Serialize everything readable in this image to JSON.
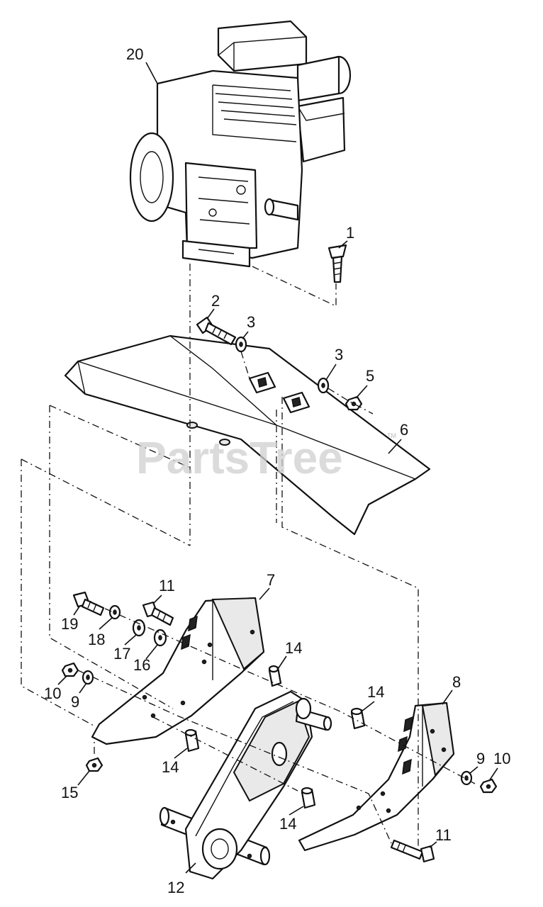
{
  "watermark": {
    "text": "PartsTree",
    "trademark": "TM"
  },
  "callouts": {
    "c1": "1",
    "c2": "2",
    "c3a": "3",
    "c3b": "3",
    "c5": "5",
    "c6": "6",
    "c7": "7",
    "c8": "8",
    "c9a": "9",
    "c9b": "9",
    "c10a": "10",
    "c10b": "10",
    "c11a": "11",
    "c11b": "11",
    "c12": "12",
    "c14a": "14",
    "c14b": "14",
    "c14c": "14",
    "c14d": "14",
    "c15": "15",
    "c16": "16",
    "c17": "17",
    "c18": "18",
    "c19": "19",
    "c20": "20"
  }
}
